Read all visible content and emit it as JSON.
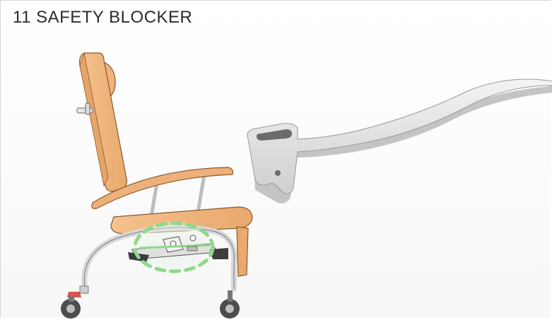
{
  "header": {
    "title": "11  SAFETY BLOCKER"
  },
  "colors": {
    "wood": "#f2b77f",
    "wood_shadow": "#d99a5e",
    "metal": "#e9e9e9",
    "metal_dark": "#bdbdbd",
    "highlight": "#8fd98a",
    "wheel": "#555555",
    "brake": "#d9534f"
  },
  "icons": {
    "chair": "reclining-chair-illustration",
    "part": "safety-blocker-lever-part",
    "callout": "dashed-green-highlight"
  }
}
